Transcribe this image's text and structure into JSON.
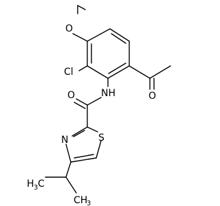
{
  "molecule": {
    "labels": {
      "O_methoxy": "O",
      "Cl": "Cl",
      "NH": "NH",
      "O_acetyl": "O",
      "O_amide": "O",
      "N_thiazole": "N",
      "S_thiazole": "S",
      "H3C_left": "H",
      "H3C_left_sub": "3",
      "H3C_left_C": "C",
      "CH3_right_C": "CH",
      "CH3_right_sub": "3"
    }
  }
}
